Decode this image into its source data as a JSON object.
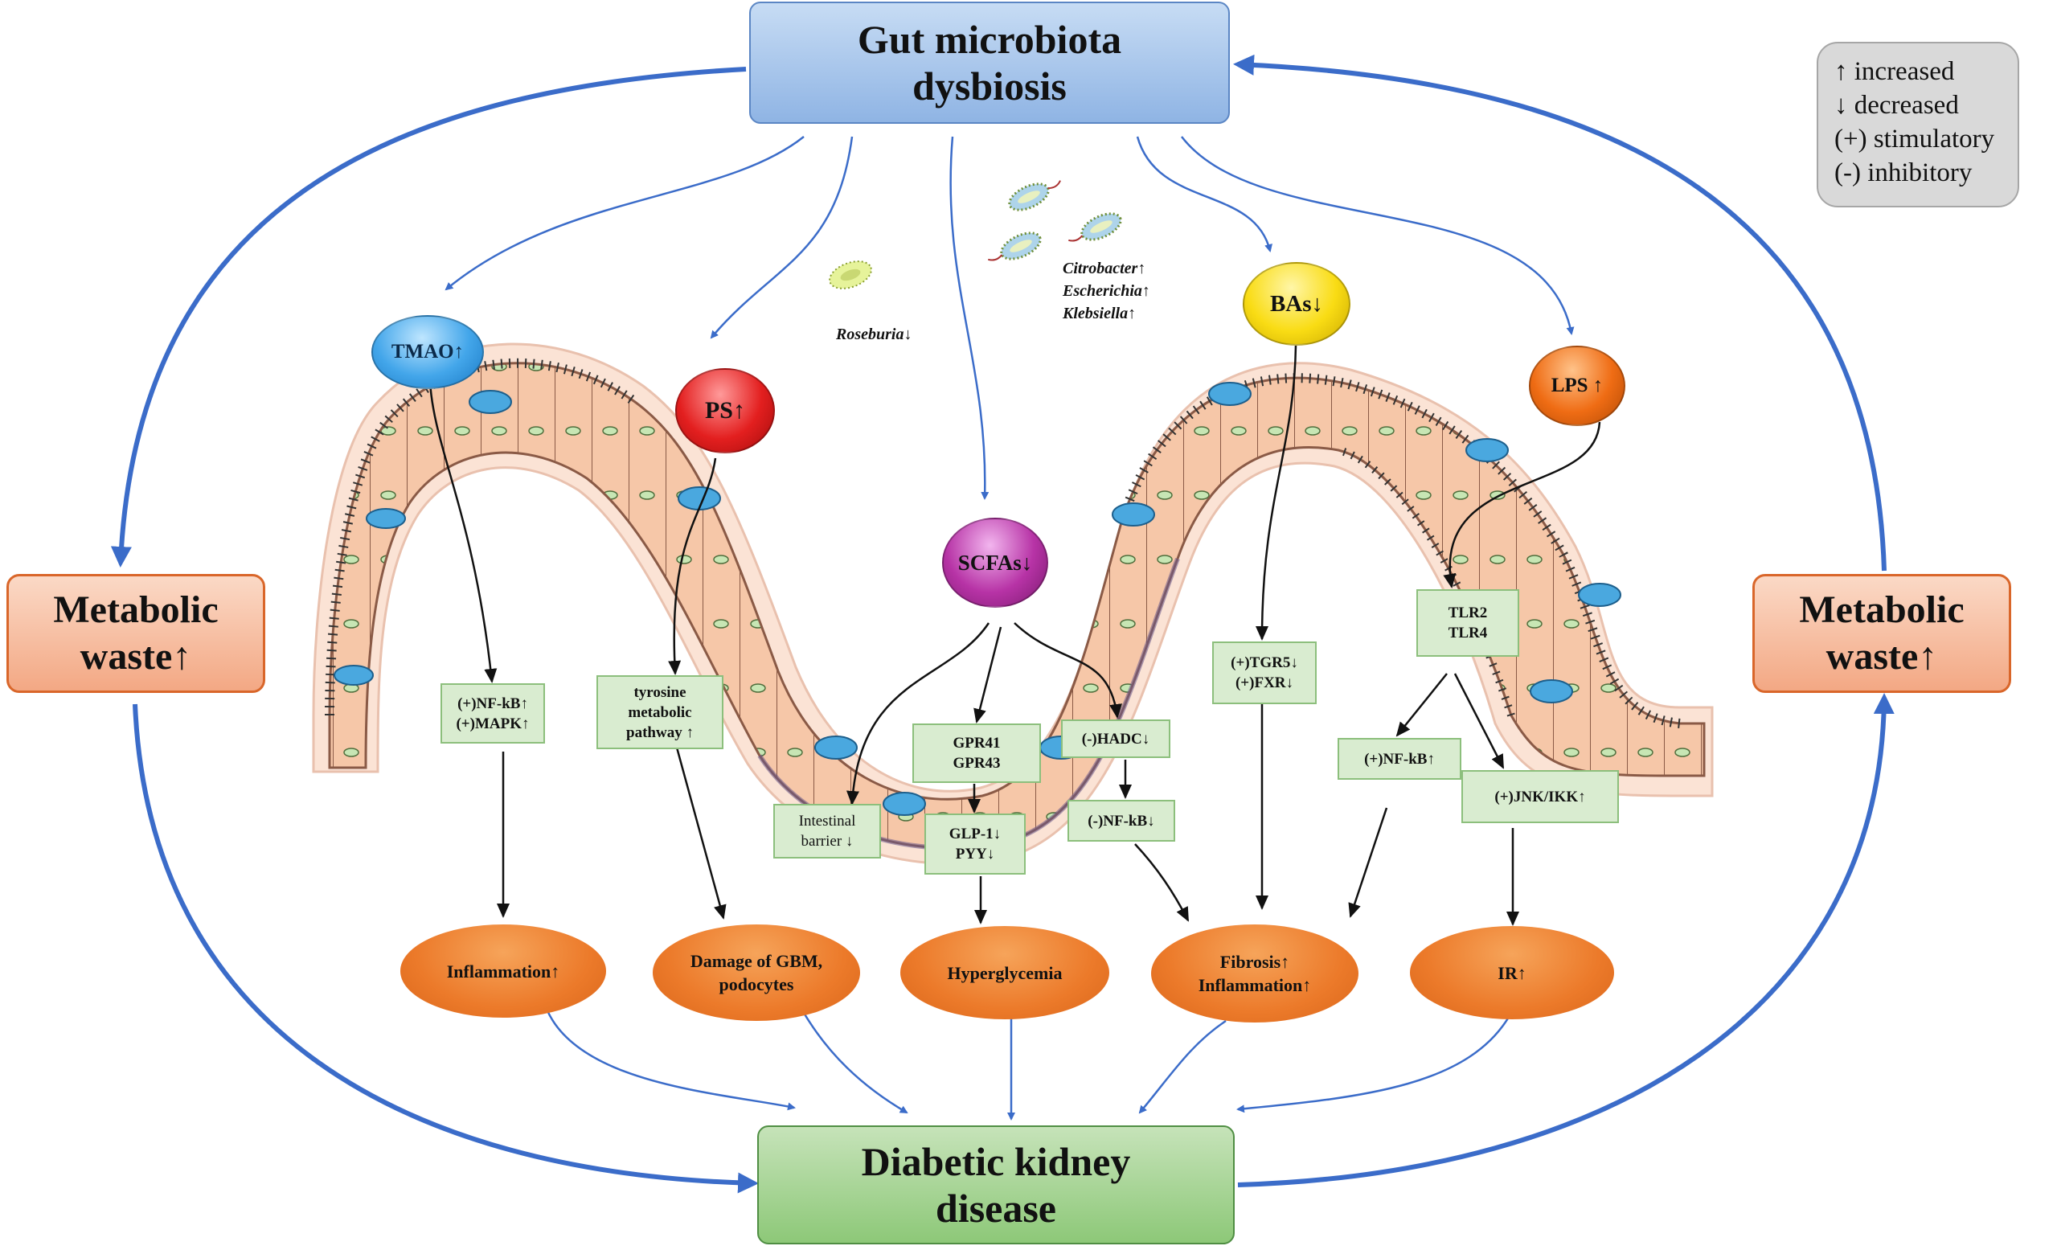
{
  "title": "Gut microbiota dysbiosis",
  "outcome": "Diabetic kidney disease",
  "metabolic_waste": "Metabolic waste↑",
  "legend": [
    "↑ increased",
    "↓ decreased",
    "(+) stimulatory",
    "(-) inhibitory"
  ],
  "metabolites": {
    "tmao": "TMAO↑",
    "ps": "PS↑",
    "scfas": "SCFAs↓",
    "bas": "BAs↓",
    "lps": "LPS ↑"
  },
  "bacteria": {
    "roseburia": "Roseburia↓",
    "enterobacteria": [
      "Citrobacter↑",
      "Escherichia↑",
      "Klebsiella↑"
    ]
  },
  "pathways": {
    "nfkb_mapk": [
      "(+)NF-kB↑",
      "(+)MAPK↑"
    ],
    "tyrosine": [
      "tyrosine",
      "metabolic",
      "pathway ↑"
    ],
    "intestinal_barrier": [
      "Intestinal",
      "barrier ↓"
    ],
    "gpr": [
      "GPR41",
      "GPR43"
    ],
    "glp": [
      "GLP-1↓",
      "PYY↓"
    ],
    "hadc": "(-)HADC↓",
    "nfkb_inhib": "(-)NF-kB↓",
    "tgr5_fxr": [
      "(+)TGR5↓",
      "(+)FXR↓"
    ],
    "tlr": [
      "TLR2",
      "TLR4"
    ],
    "nfkb_lps": "(+)NF-kB↑",
    "jnk_ikk": "(+)JNK/IKK↑"
  },
  "outcomes": {
    "inflammation": "Inflammation↑",
    "gbm": [
      "Damage of GBM,",
      "podocytes"
    ],
    "hyperglycemia": "Hyperglycemia",
    "fibrosis": [
      "Fibrosis↑",
      "Inflammation↑"
    ],
    "ir": "IR↑"
  },
  "colors": {
    "arrow_blue": "#3b6cc9",
    "top_box": "#9dc3e6",
    "bottom_box": "#a9d18e",
    "metabolic_box": "#f4b183",
    "pathway_box": "#d9ecd0",
    "outcome_oval": "#ed7d31",
    "tmao": "#5ab4f0",
    "ps": "#e02020",
    "scfas": "#b0309c",
    "bas": "#ffd700",
    "lps": "#ee6a10"
  }
}
